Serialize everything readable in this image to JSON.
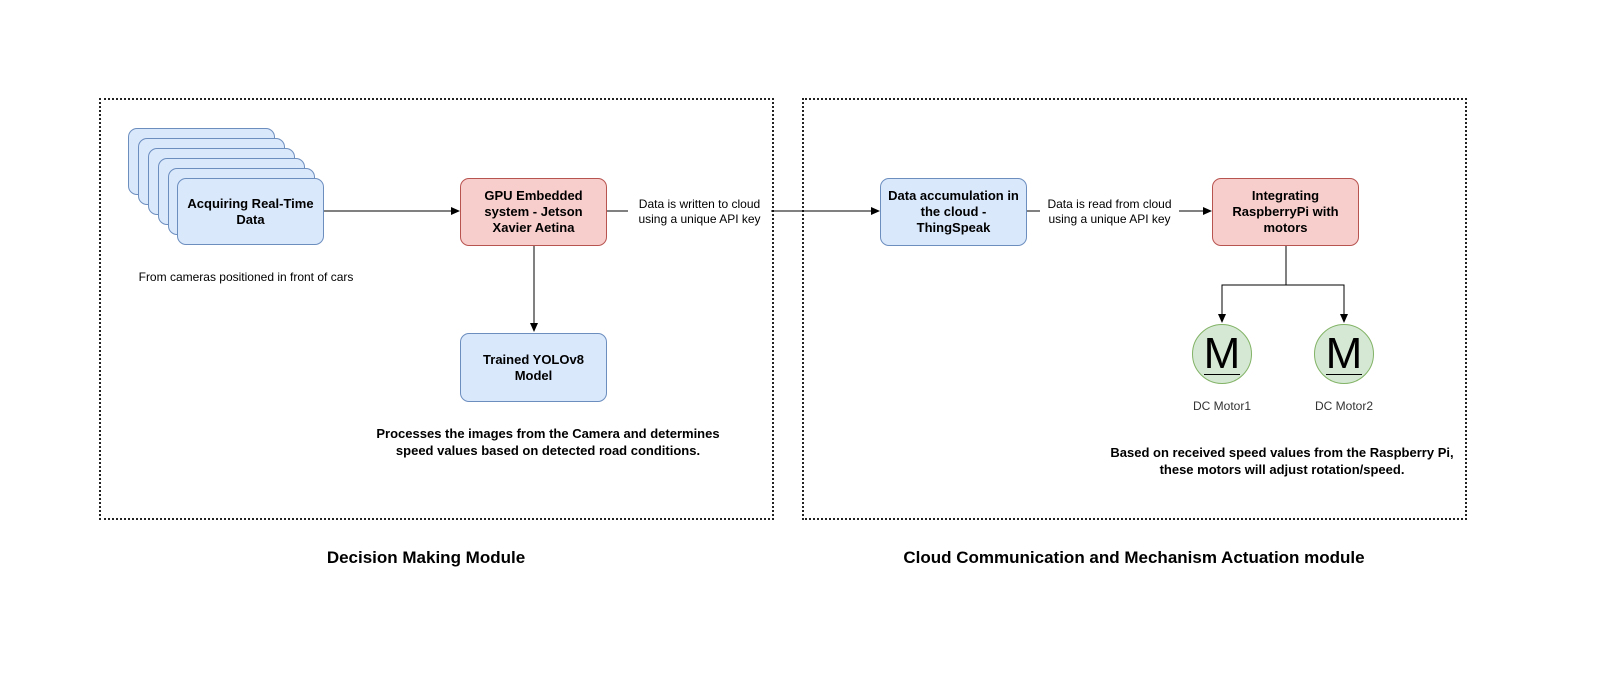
{
  "modules": {
    "decision": {
      "title": "Decision Making Module"
    },
    "cloud": {
      "title": "Cloud Communication and Mechanism Actuation module"
    }
  },
  "nodes": {
    "acquire": {
      "label": "Acquiring Real-Time Data"
    },
    "gpu": {
      "label": "GPU Embedded system - Jetson Xavier Aetina"
    },
    "yolo": {
      "label": "Trained YOLOv8 Model"
    },
    "cloud": {
      "label": "Data accumulation in the cloud - ThingSpeak"
    },
    "rpi": {
      "label": "Integrating RaspberryPi with motors"
    },
    "motor1": {
      "symbol": "M",
      "label": "DC Motor1"
    },
    "motor2": {
      "symbol": "M",
      "label": "DC Motor2"
    }
  },
  "edges": {
    "written": "Data is written to cloud\nusing a unique API key",
    "read": "Data is read from cloud\nusing a unique API key"
  },
  "notes": {
    "cameras": "From cameras positioned in front of cars",
    "processing": "Processes the images from the Camera and determines\nspeed values based on detected road conditions.",
    "motors": "Based on received speed values from the Raspberry Pi,\nthese motors will adjust rotation/speed."
  },
  "colors": {
    "blue_fill": "#dae8fc",
    "blue_stroke": "#6c8ebf",
    "red_fill": "#f8cecc",
    "red_stroke": "#b85450",
    "green_fill": "#d5e8d4",
    "green_stroke": "#82b366"
  }
}
